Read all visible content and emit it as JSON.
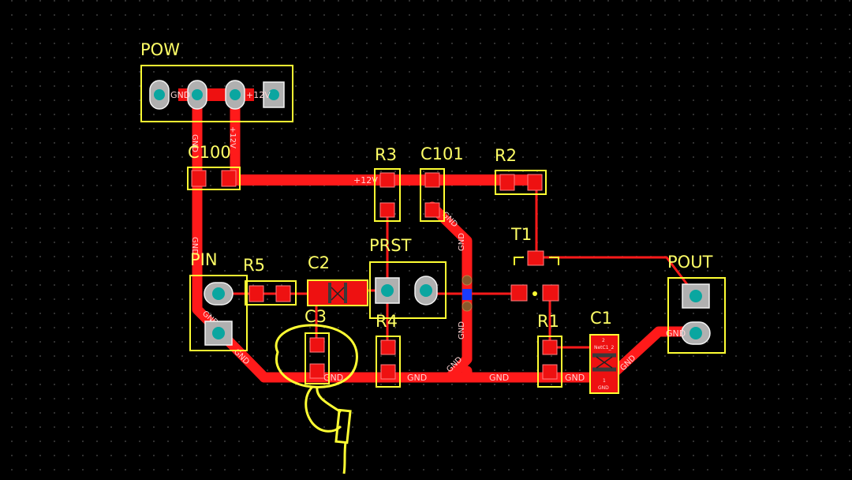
{
  "colors": {
    "background": "#000000",
    "trace": "#ff1a1a",
    "silkscreen": "#ffff33",
    "through_hole_pad": "#b0b0b0",
    "drill_hole": "#0aa6a0",
    "via": "#8a5a2b",
    "annotation": "#ffff33"
  },
  "components": {
    "POW": {
      "ref": "POW",
      "pin_gnd": "GND",
      "pin_12v": "+12V"
    },
    "C100": {
      "ref": "C100"
    },
    "R3": {
      "ref": "R3"
    },
    "C101": {
      "ref": "C101"
    },
    "R2": {
      "ref": "R2"
    },
    "T1": {
      "ref": "T1"
    },
    "POUT": {
      "ref": "POUT",
      "pin_gnd": "GND"
    },
    "PIN": {
      "ref": "PIN"
    },
    "R5": {
      "ref": "R5"
    },
    "C2": {
      "ref": "C2"
    },
    "PRST": {
      "ref": "PRST"
    },
    "C3": {
      "ref": "C3"
    },
    "R4": {
      "ref": "R4"
    },
    "R1": {
      "ref": "R1"
    },
    "C1": {
      "ref": "C1",
      "pad_top_label": "NetC1_2",
      "pad_num_top": "2",
      "pad_num_bottom": "1",
      "pad_bottom_label": "GND"
    }
  },
  "nets": {
    "gnd": "GND",
    "v12": "+12V"
  },
  "icons": {
    "annotation": "hand-drawn-circle-and-component-icon",
    "via": "via-icon"
  }
}
